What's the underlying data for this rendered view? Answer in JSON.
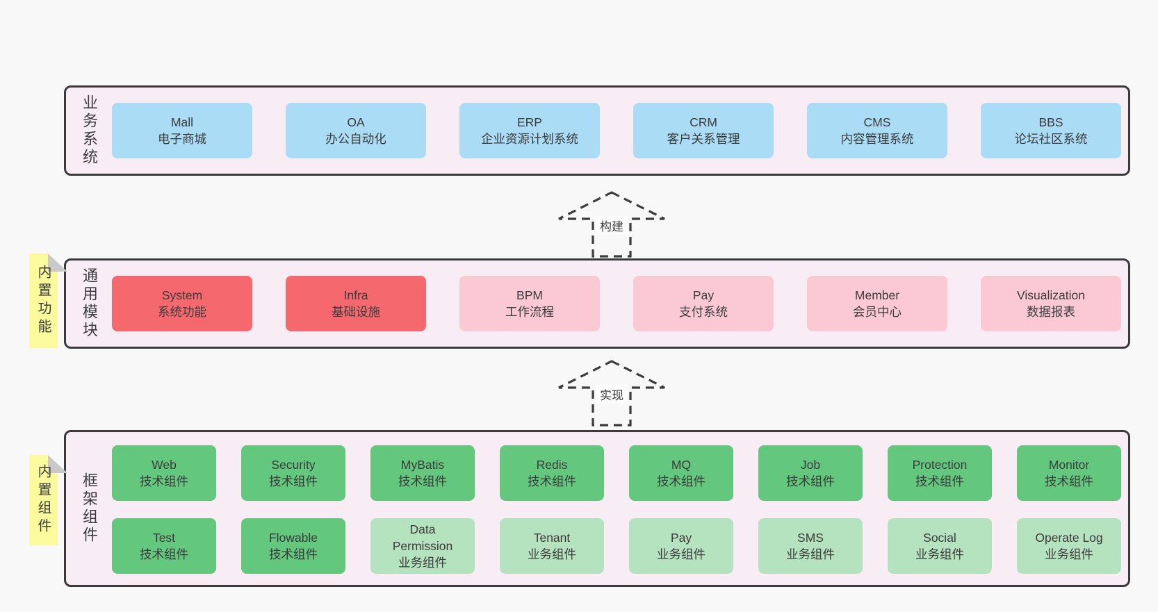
{
  "colors": {
    "page_bg": "#f8f8f8",
    "panel_bg": "#f8edf5",
    "panel_border": "#3a3a3a",
    "blue": "#abdcf6",
    "red": "#f5696e",
    "pink": "#fbc9d3",
    "green": "#63c77e",
    "light_green": "#b6e3bf",
    "note_yellow": "#fbfb9e",
    "note_fold": "#c9c9c9",
    "text": "#3b3b3b"
  },
  "layers": {
    "business": {
      "label": "业务系统",
      "boxes": [
        {
          "title": "Mall",
          "subtitle": "电子商城"
        },
        {
          "title": "OA",
          "subtitle": "办公自动化"
        },
        {
          "title": "ERP",
          "subtitle": "企业资源计划系统"
        },
        {
          "title": "CRM",
          "subtitle": "客户关系管理"
        },
        {
          "title": "CMS",
          "subtitle": "内容管理系统"
        },
        {
          "title": "BBS",
          "subtitle": "论坛社区系统"
        }
      ]
    },
    "modules": {
      "label": "通用模块",
      "note": "内置功能",
      "boxes": [
        {
          "title": "System",
          "subtitle": "系统功能"
        },
        {
          "title": "Infra",
          "subtitle": "基础设施"
        },
        {
          "title": "BPM",
          "subtitle": "工作流程"
        },
        {
          "title": "Pay",
          "subtitle": "支付系统"
        },
        {
          "title": "Member",
          "subtitle": "会员中心"
        },
        {
          "title": "Visualization",
          "subtitle": "数据报表"
        }
      ]
    },
    "components": {
      "label": "框架组件",
      "note": "内置组件",
      "row1": [
        {
          "title": "Web",
          "subtitle": "技术组件"
        },
        {
          "title": "Security",
          "subtitle": "技术组件"
        },
        {
          "title": "MyBatis",
          "subtitle": "技术组件"
        },
        {
          "title": "Redis",
          "subtitle": "技术组件"
        },
        {
          "title": "MQ",
          "subtitle": "技术组件"
        },
        {
          "title": "Job",
          "subtitle": "技术组件"
        },
        {
          "title": "Protection",
          "subtitle": "技术组件"
        },
        {
          "title": "Monitor",
          "subtitle": "技术组件"
        }
      ],
      "row2": [
        {
          "title": "Test",
          "subtitle": "技术组件"
        },
        {
          "title": "Flowable",
          "subtitle": "技术组件"
        },
        {
          "title": "Data Permission",
          "subtitle": "业务组件"
        },
        {
          "title": "Tenant",
          "subtitle": "业务组件"
        },
        {
          "title": "Pay",
          "subtitle": "业务组件"
        },
        {
          "title": "SMS",
          "subtitle": "业务组件"
        },
        {
          "title": "Social",
          "subtitle": "业务组件"
        },
        {
          "title": "Operate Log",
          "subtitle": "业务组件"
        }
      ]
    }
  },
  "arrows": [
    {
      "label": "构建"
    },
    {
      "label": "实现"
    }
  ]
}
